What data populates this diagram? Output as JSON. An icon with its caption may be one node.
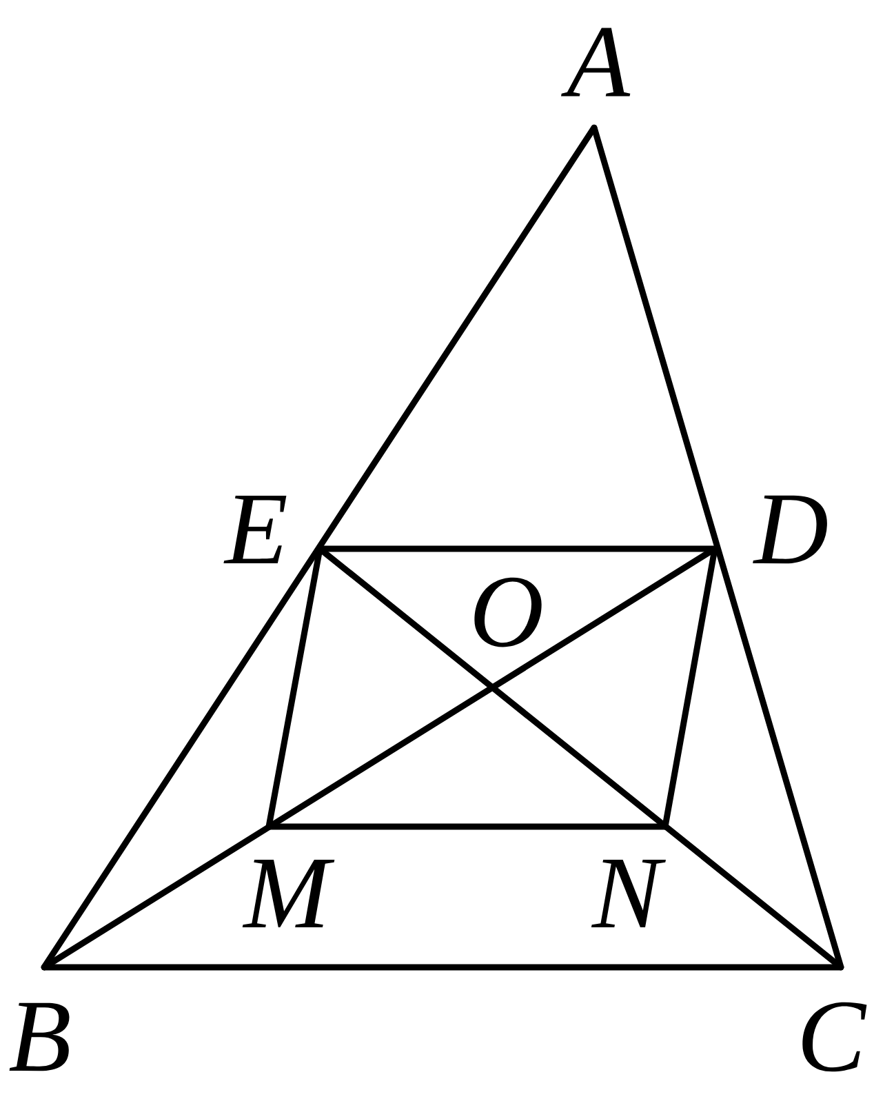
{
  "diagram": {
    "nodes": [
      {
        "text": [
          "A"
        ]
      },
      {
        "text": [
          "E"
        ]
      },
      {
        "text": [
          "D"
        ]
      },
      {
        "text": [
          "O"
        ]
      },
      {
        "text": [
          "M"
        ]
      },
      {
        "text": [
          "N"
        ]
      },
      {
        "text": [
          "B"
        ]
      },
      {
        "text": [
          "C"
        ]
      }
    ],
    "edges": [
      {
        "from": 0,
        "to": 6,
        "arrow": "none"
      },
      {
        "from": 0,
        "to": 7,
        "arrow": "none"
      },
      {
        "from": 6,
        "to": 7,
        "arrow": "none"
      },
      {
        "from": 1,
        "to": 2,
        "arrow": "none"
      },
      {
        "from": 1,
        "to": 4,
        "arrow": "none"
      },
      {
        "from": 2,
        "to": 5,
        "arrow": "none"
      },
      {
        "from": 4,
        "to": 5,
        "arrow": "none"
      },
      {
        "from": 6,
        "to": 2,
        "arrow": "none"
      },
      {
        "from": 7,
        "to": 1,
        "arrow": "none"
      }
    ]
  }
}
